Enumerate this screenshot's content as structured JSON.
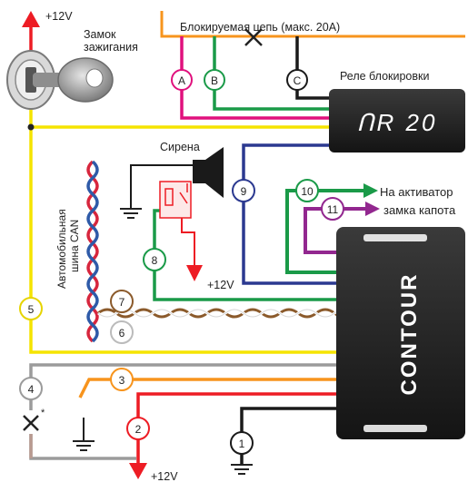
{
  "labels": {
    "plus12_top": "+12V",
    "ignition_line1": "Замок",
    "ignition_line2": "зажигания",
    "blocked_circuit": "Блокируемая цепь (макс. 20A)",
    "relay_title": "Реле блокировки",
    "relay_logo": "ᑎR 20",
    "siren": "Сирена",
    "can_line1": "Автомобильная",
    "can_line2": "шина CAN",
    "plus12_siren": "+12V",
    "actuator_line1": "На активатор",
    "actuator_line2": "замка капота",
    "contour_logo": "CONTOUR",
    "plus12_bottom": "+12V",
    "fuse_mark": "*"
  },
  "pins": {
    "A": "A",
    "B": "B",
    "C": "C",
    "p1": "1",
    "p2": "2",
    "p3": "3",
    "p4": "4",
    "p5": "5",
    "p6": "6",
    "p7": "7",
    "p8": "8",
    "p9": "9",
    "p10": "10",
    "p11": "11"
  },
  "colors": {
    "orange": "#f7941d",
    "magenta": "#e0117d",
    "green": "#1a9a48",
    "black": "#1a1a1a",
    "blue": "#2b3990",
    "yellow": "#f5e400",
    "purple": "#92278f",
    "red": "#ed1c24",
    "gray": "#9b9b9b",
    "brown": "#8b5a2b",
    "can_red": "#d7263d",
    "can_blue": "#2e5aa8"
  }
}
